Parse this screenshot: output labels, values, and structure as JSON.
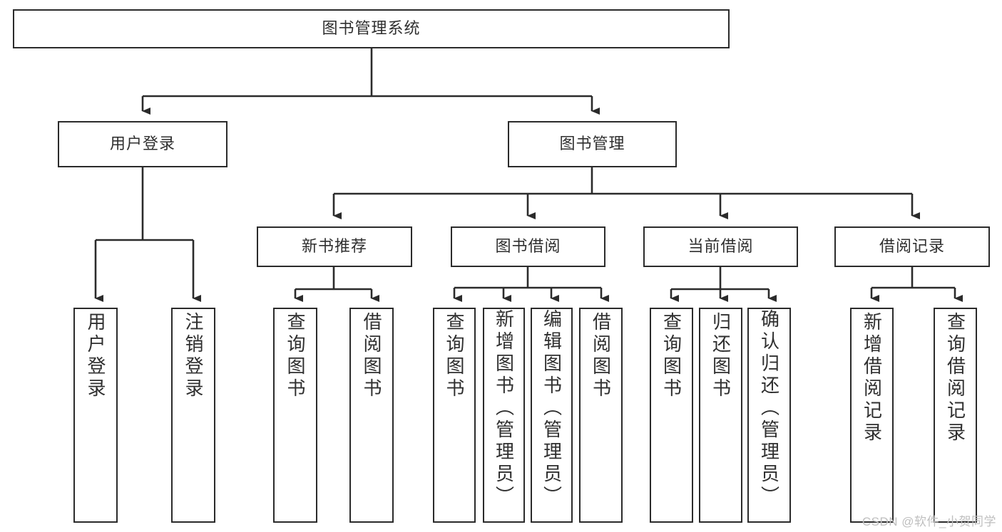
{
  "diagram": {
    "type": "tree-hierarchy",
    "title": "图书管理系统",
    "root": {
      "label": "图书管理系统"
    },
    "level1": [
      {
        "label": "用户登录"
      },
      {
        "label": "图书管理"
      }
    ],
    "level2": [
      {
        "label": "新书推荐"
      },
      {
        "label": "图书借阅"
      },
      {
        "label": "当前借阅"
      },
      {
        "label": "借阅记录"
      }
    ],
    "leaves": {
      "user_login": [
        "用户登录",
        "注销登录"
      ],
      "new_book_recommend": [
        "查询图书",
        "借阅图书"
      ],
      "book_borrow": [
        "查询图书",
        "新增图书（管理员）",
        "编辑图书（管理员）",
        "借阅图书"
      ],
      "current_borrow": [
        "查询图书",
        "归还图书",
        "确认归还（管理员）"
      ],
      "borrow_record": [
        "新增借阅记录",
        "查询借阅记录"
      ]
    }
  },
  "watermark": {
    "text": "CSDN @软件_小贺同学"
  },
  "colors": {
    "stroke": "#2b2b2b",
    "fill": "#ffffff",
    "text": "#2f2f2f",
    "watermark": "#bfbfbf"
  }
}
